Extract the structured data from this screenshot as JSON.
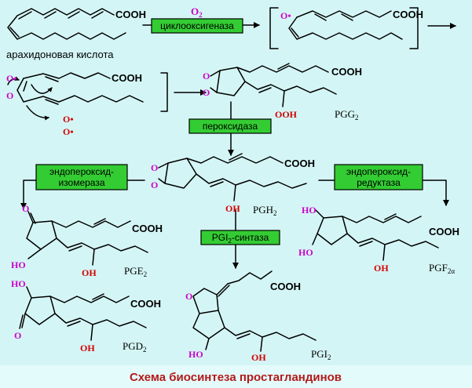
{
  "colors": {
    "background": "#d4f5f5",
    "enzyme_box": "#33cc33",
    "footer_bg": "#e4fbfb",
    "oxygen": "#cc00cc",
    "hydroxyl": "#d40000",
    "footer_text": "#b31a1a"
  },
  "compounds": {
    "arachidonic_name": "арахидоновая кислота",
    "cooh": "COOH",
    "o2": "O",
    "o2_sub": "2",
    "o_rad": "O",
    "oh": "OH",
    "ooh": "OOH",
    "ho": "HO",
    "o_ring": "O",
    "carbonyl_o": "O",
    "pgg": "PGG",
    "pgg_sub": "2",
    "pgh": "PGH",
    "pgh_sub": "2",
    "pge": "PGE",
    "pge_sub": "2",
    "pgd": "PGD",
    "pgd_sub": "2",
    "pgf": "PGF",
    "pgf_sub": "2α",
    "pgi": "PGI",
    "pgi_sub": "2"
  },
  "enzymes": {
    "cyclooxygenase": "циклооксигеназа",
    "peroxidase": "пероксидаза",
    "isomerase_line1": "эндопероксид-",
    "isomerase_line2": "изомераза",
    "reductase_line1": "эндопероксид-",
    "reductase_line2": "редуктаза",
    "pgi_synthase_pre": "PGI",
    "pgi_synthase_sub": "2",
    "pgi_synthase_post": "-синтаза"
  },
  "footer": {
    "caption": "Схема биосинтеза простагландинов"
  }
}
